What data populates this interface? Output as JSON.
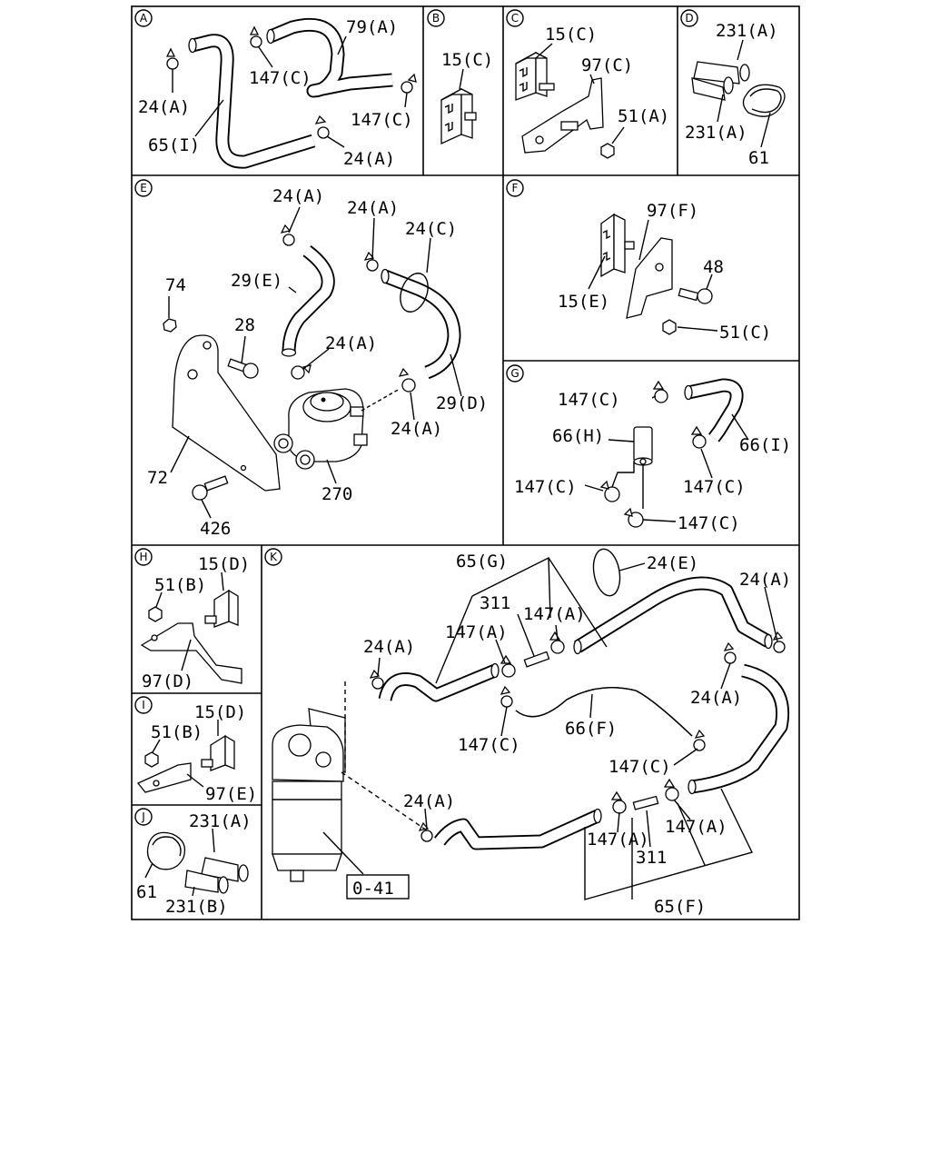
{
  "sections": [
    "A",
    "B",
    "C",
    "D",
    "E",
    "F",
    "G",
    "H",
    "I",
    "J",
    "K"
  ],
  "callouts": {
    "A": {
      "c1": "79(A)",
      "c2": "147(C)",
      "c3": "24(A)",
      "c4": "147(C)",
      "c5": "65(I)",
      "c6": "24(A)"
    },
    "B": {
      "c1": "15(C)"
    },
    "C": {
      "c1": "15(C)",
      "c2": "97(C)",
      "c3": "51(A)"
    },
    "D": {
      "c1": "231(A)",
      "c2": "231(A)",
      "c3": "61"
    },
    "E": {
      "c1": "24(A)",
      "c2": "24(A)",
      "c3": "24(C)",
      "c4": "74",
      "c5": "29(E)",
      "c6": "28",
      "c7": "24(A)",
      "c8": "29(D)",
      "c9": "24(A)",
      "c10": "72",
      "c11": "270",
      "c12": "426"
    },
    "F": {
      "c1": "97(F)",
      "c2": "48",
      "c3": "15(E)",
      "c4": "51(C)"
    },
    "G": {
      "c1": "147(C)",
      "c2": "66(H)",
      "c3": "66(I)",
      "c4": "147(C)",
      "c5": "147(C)",
      "c6": "147(C)"
    },
    "H": {
      "c1": "15(D)",
      "c2": "51(B)",
      "c3": "97(D)"
    },
    "I": {
      "c1": "15(D)",
      "c2": "51(B)",
      "c3": "97(E)"
    },
    "J": {
      "c1": "231(A)",
      "c2": "61",
      "c3": "231(B)"
    },
    "K": {
      "c1": "65(G)",
      "c2": "24(E)",
      "c3": "24(A)",
      "c4": "311",
      "c5": "147(A)",
      "c6": "147(A)",
      "c7": "24(A)",
      "c8": "24(A)",
      "c9": "66(F)",
      "c10": "147(C)",
      "c11": "147(C)",
      "c12": "24(A)",
      "c13": "147(A)",
      "c14": "147(A)",
      "c15": "311",
      "c16": "0-41",
      "c17": "65(F)"
    }
  }
}
